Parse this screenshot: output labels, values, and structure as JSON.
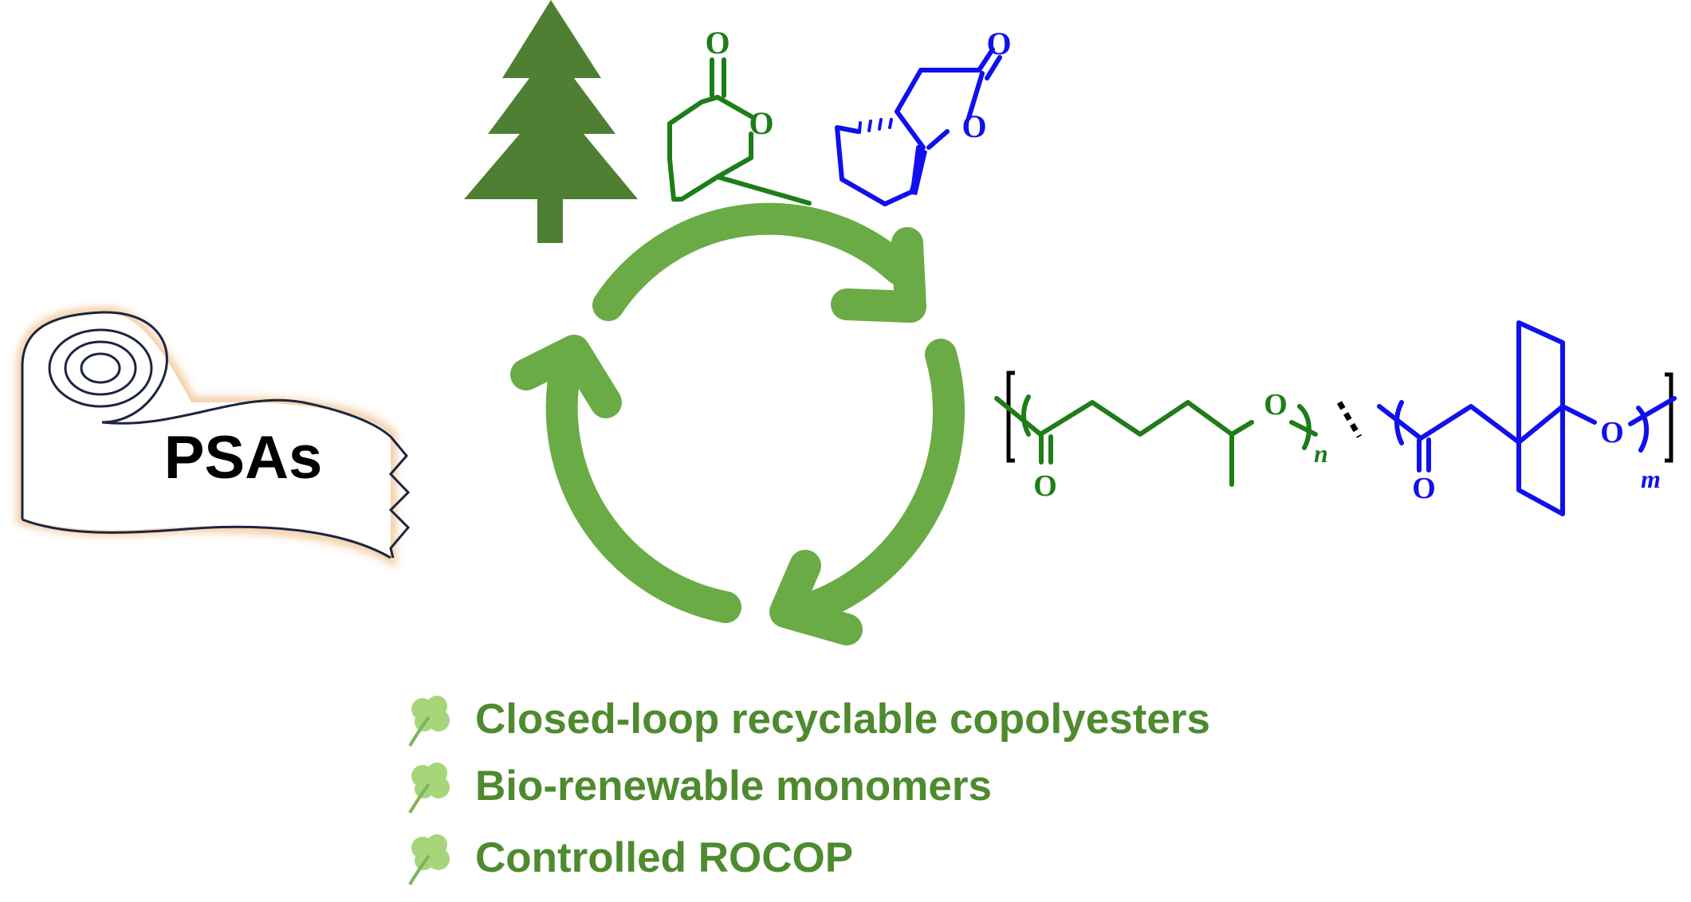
{
  "colors": {
    "green_arrow": "#6aab45",
    "tree": "#4f7f33",
    "green_molecule": "#1e7d19",
    "blue_molecule": "#1010ee",
    "feature_text": "#4e8a2e",
    "tape_outline": "#1b2540",
    "tape_glow": "#f2c89a"
  },
  "icons": [
    "tree-icon",
    "tape-roll-icon",
    "recycle-cycle-icon",
    "clover-leaf-icon"
  ],
  "tape_label": "PSAs",
  "monomer_labels": {
    "green_carbonyl_O": "O",
    "green_ring_O": "O",
    "blue_carbonyl_O": "O",
    "blue_ring_O": "O"
  },
  "polymer_labels": {
    "green_carbonyl_O": "O",
    "green_ester_O": "O",
    "green_subscript": "n",
    "blue_carbonyl_O": "O",
    "blue_ester_O": "O",
    "blue_subscript": "m"
  },
  "features": [
    "Closed-loop recyclable copolyesters",
    "Bio-renewable monomers",
    "Controlled ROCOP"
  ]
}
